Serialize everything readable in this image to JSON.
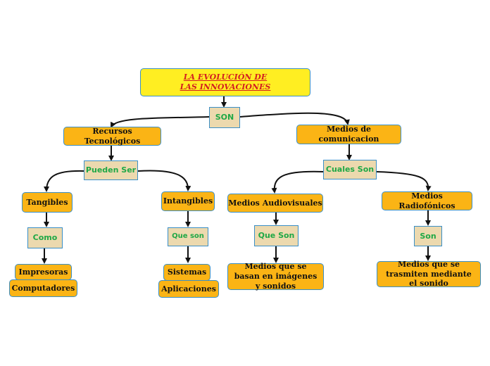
{
  "nodes": {
    "title": "LA EVOLUCIÓN DE LAS INNOVACIONES",
    "son": "SON",
    "recursos": "Recursos Tecnológicos",
    "medios_comunicacion": "Medios de comunicacion",
    "pueden_ser": "Pueden Ser",
    "cuales_son": "Cuales Son",
    "tangibles": "Tangibles",
    "intangibles": "Intangibles",
    "audiovisuales": "Medios Audiovisuales",
    "radiofonicos": "Medios Radiofónicos",
    "como": "Como",
    "que_son_small": "Que son",
    "que_son": "Que Son",
    "son_small": "Son",
    "impresoras": "Impresoras",
    "computadores": "Computadores",
    "sistemas": "Sistemas",
    "aplicaciones": "Aplicaciones",
    "audiovisuales_desc": "Medios que se basan en imágenes y sonidos",
    "radiofonicos_desc": "Medios que se trasmiten mediante el sonido"
  }
}
